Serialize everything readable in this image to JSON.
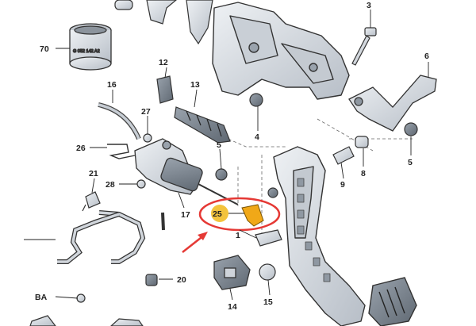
{
  "callouts": [
    {
      "id": "70",
      "text": "70"
    },
    {
      "id": "3",
      "text": "3"
    },
    {
      "id": "6",
      "text": "6"
    },
    {
      "id": "12",
      "text": "12"
    },
    {
      "id": "13",
      "text": "13"
    },
    {
      "id": "16",
      "text": "16"
    },
    {
      "id": "27",
      "text": "27"
    },
    {
      "id": "4",
      "text": "4"
    },
    {
      "id": "26",
      "text": "26"
    },
    {
      "id": "5a",
      "text": "5"
    },
    {
      "id": "5b",
      "text": "5"
    },
    {
      "id": "8",
      "text": "8"
    },
    {
      "id": "9",
      "text": "9"
    },
    {
      "id": "21",
      "text": "21"
    },
    {
      "id": "28",
      "text": "28"
    },
    {
      "id": "17",
      "text": "17"
    },
    {
      "id": "25",
      "text": "25"
    },
    {
      "id": "1",
      "text": "1"
    },
    {
      "id": "20",
      "text": "20"
    },
    {
      "id": "14",
      "text": "14"
    },
    {
      "id": "15",
      "text": "15"
    },
    {
      "id": "BA",
      "text": "BA"
    }
  ],
  "part_number_text": "G  052  142  A2",
  "colors": {
    "part_fill": "#d8dde3",
    "part_stroke": "#333333",
    "highlight_ring": "#e53935",
    "highlight_badge": "#f3c33c",
    "highlight_part": "#f0a818",
    "arrow": "#e53935"
  },
  "icons": {
    "arrow": "red-pointer-arrow",
    "ring": "highlight-ellipse"
  }
}
